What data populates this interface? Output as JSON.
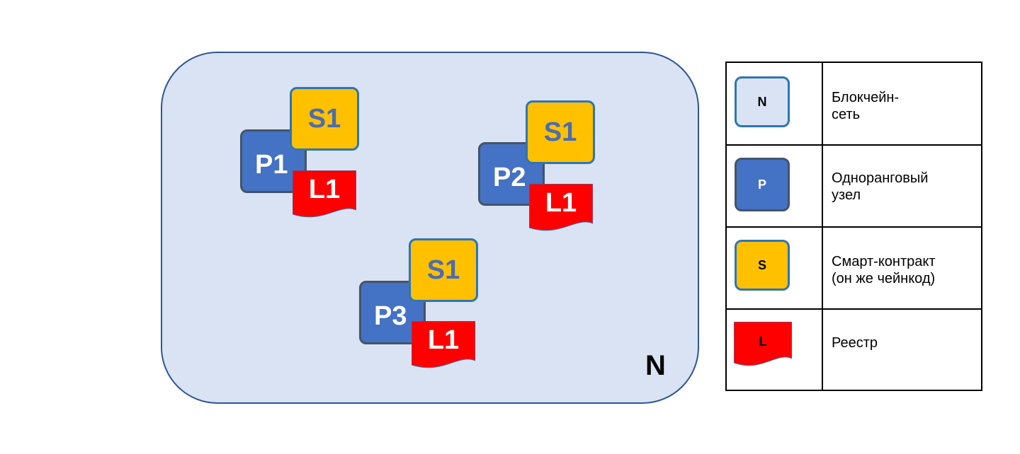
{
  "network": {
    "label": "N"
  },
  "nodes": [
    {
      "peer": "P1",
      "smart_contract": "S1",
      "ledger": "L1"
    },
    {
      "peer": "P2",
      "smart_contract": "S1",
      "ledger": "L1"
    },
    {
      "peer": "P3",
      "smart_contract": "S1",
      "ledger": "L1"
    }
  ],
  "legend": [
    {
      "symbol": "N",
      "text": "Блокчейн-\nсеть"
    },
    {
      "symbol": "P",
      "text": "Одноранговый\nузел"
    },
    {
      "symbol": "S",
      "text": "Смарт-контракт\n(он же чейнкод)"
    },
    {
      "symbol": "L",
      "text": "Реестр"
    }
  ],
  "colors": {
    "network_fill": "#dae3f3",
    "network_border": "#2f5597",
    "peer": "#4472c4",
    "smart_contract": "#ffc000",
    "ledger": "#ff0000"
  }
}
